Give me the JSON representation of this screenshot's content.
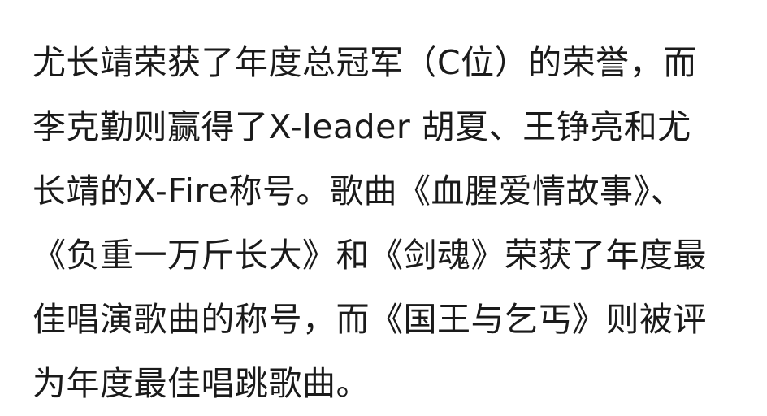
{
  "article": {
    "lines": [
      "尤长靖荣获了年度总冠军（C位）的荣誉，而",
      "李克勤则赢得了X-leader 胡夏、王铮亮和尤",
      "长靖的X-Fire称号。歌曲《血腥爱情故事》、",
      "《负重一万斤长大》和《剑魂》荣获了年度最",
      "佳唱演歌曲的称号，而《国王与乞丐》则被评",
      "为年度最佳唱跳歌曲。"
    ]
  }
}
